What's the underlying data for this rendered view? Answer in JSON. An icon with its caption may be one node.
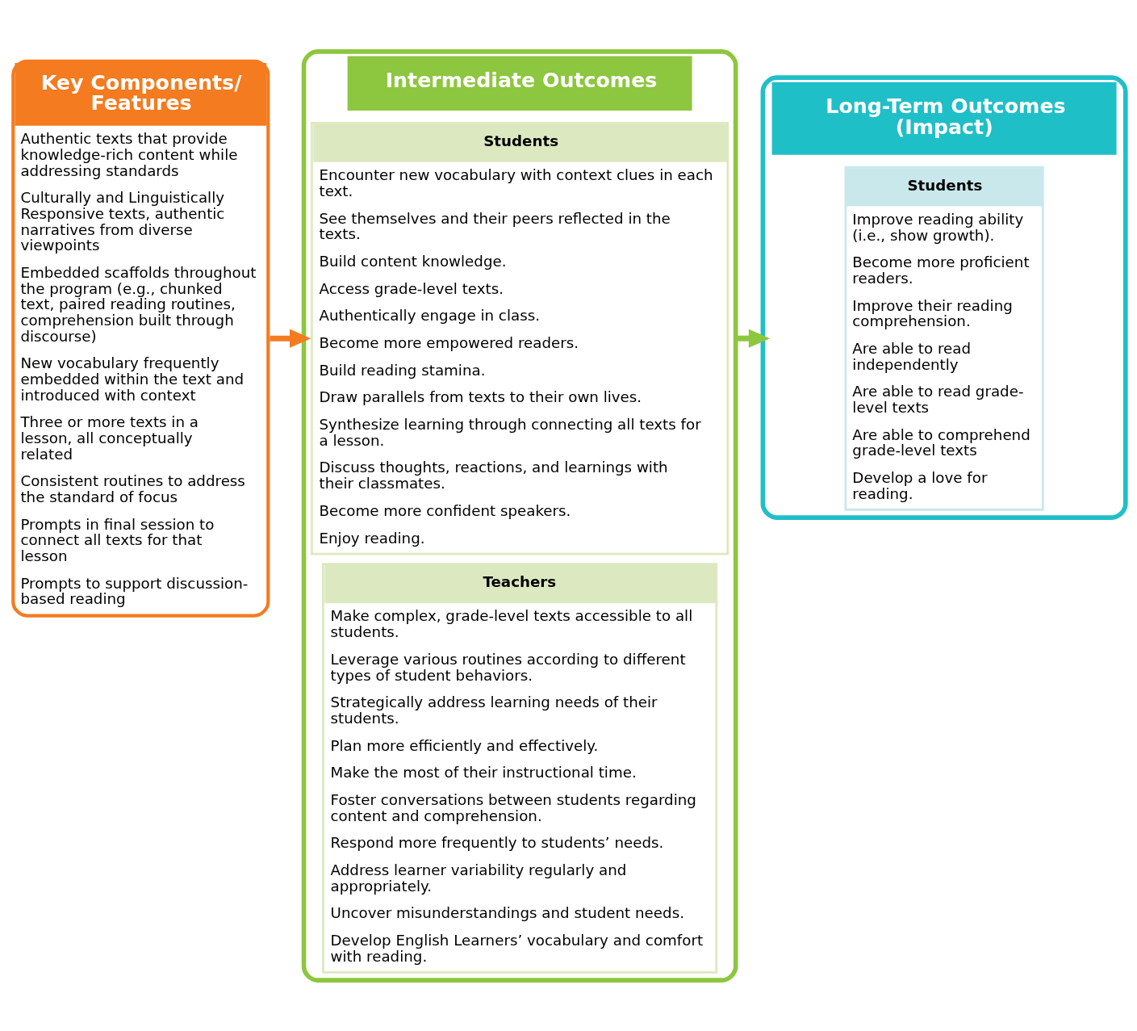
{
  "diagram": {
    "nodes": [
      {
        "text": [
          "Key Components/ Features",
          "Authentic texts that provide knowledge-rich content while addressing standards",
          "Culturally and Linguistically Responsive texts, authentic narratives from diverse viewpoints",
          "Embedded scaffolds throughout the program (e.g., chunked text, paired reading routines, comprehension built through discourse)",
          "New vocabulary frequently embedded within the text and introduced with context",
          "Three or more texts in a lesson, all conceptually related",
          "Consistent routines to address the standard of focus",
          "Prompts in final session to connect all texts for that lesson",
          "Prompts to support discussion-based reading"
        ]
      },
      {
        "text": [
          "Intermediate Outcomes"
        ]
      },
      {
        "text": [
          "Students",
          "Encounter new vocabulary with context clues in each text.",
          "See themselves and their peers reflected in the texts.",
          "Build content knowledge.",
          "Access grade-level texts.",
          "Authentically engage in class.",
          "Become more empowered readers.",
          "Build reading stamina.",
          "Draw parallels from texts to their own lives.",
          "Synthesize learning through connecting all texts for a lesson.",
          "Discuss thoughts, reactions, and learnings with their classmates.",
          "Become more confident speakers.",
          "Enjoy reading."
        ],
        "in": 1
      },
      {
        "text": [
          "Teachers",
          "Make complex, grade-level texts accessible to all students.",
          "Leverage various routines according to different types of student behaviors.",
          "Strategically address learning needs of their students.",
          "Plan more efficiently and effectively.",
          "Make the most of their instructional time.",
          "Foster conversations between students regarding content and comprehension.",
          "Respond more frequently to students’ needs.",
          "Address learner variability regularly and appropriately.",
          "Uncover misunderstandings and student needs.",
          "Develop English Learners’ vocabulary and comfort with reading."
        ],
        "in": 1
      },
      {
        "text": [
          "Long-Term Outcomes (Impact)"
        ]
      },
      {
        "text": [
          "Students",
          "Improve reading ability (i.e., show growth).",
          "Become more proficient readers.",
          "Improve their reading comprehension.",
          "Are able to read independently",
          "Are able to read grade-level texts",
          "Are able to comprehend grade-level texts",
          "Develop a love for reading."
        ],
        "in": 4
      }
    ],
    "edges": [
      {
        "from": 0,
        "to": 1,
        "arrow": "to",
        "color": "#f47b20"
      },
      {
        "from": 1,
        "to": 4,
        "arrow": "to",
        "color": "#8dc63f"
      }
    ]
  }
}
